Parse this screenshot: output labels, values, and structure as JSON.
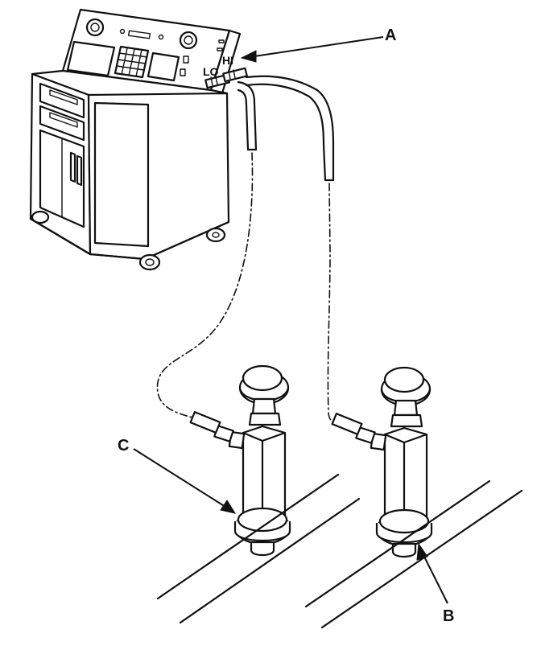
{
  "callouts": {
    "a": "A",
    "b": "B",
    "c": "C"
  },
  "ports": {
    "lo": "LO",
    "hi": "HI"
  }
}
